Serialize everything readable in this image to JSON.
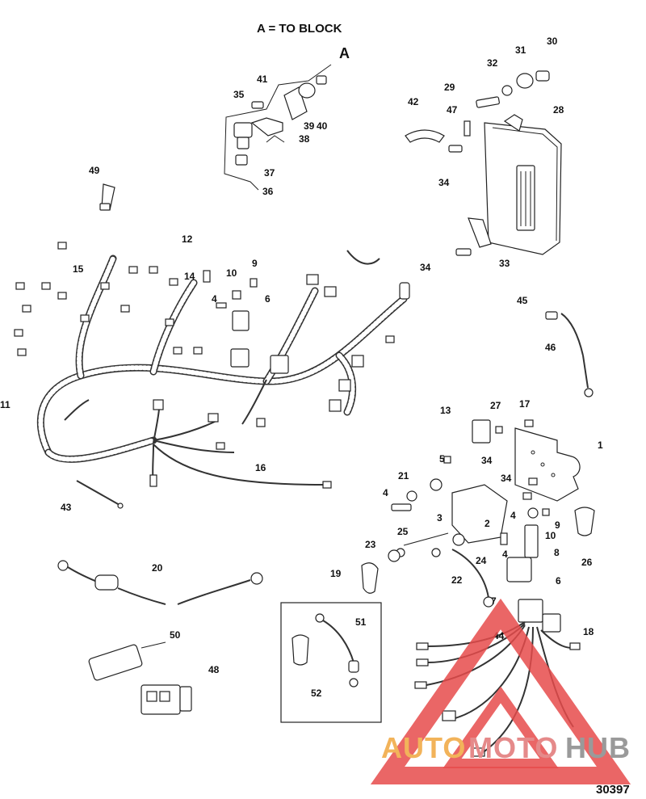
{
  "header": "A = TO BLOCK",
  "view_letter": "A",
  "figure_number": "30397",
  "watermark": {
    "part1": "AUTO",
    "part2": "MOTO",
    "part3": "HUB",
    "colors": {
      "part1": "#f2b35a",
      "part2": "#e58a8a",
      "part3": "#9a9a9a",
      "triangle": "#e64b4b"
    }
  },
  "callouts": {
    "c1": "1",
    "c2": "2",
    "c3": "3",
    "c4a": "4",
    "c4b": "4",
    "c4c": "4",
    "c4d": "4",
    "c5": "5",
    "c6a": "6",
    "c6b": "6",
    "c7": "7",
    "c8": "8",
    "c9a": "9",
    "c9b": "9",
    "c10a": "10",
    "c10b": "10",
    "c11": "11",
    "c12": "12",
    "c13": "13",
    "c14": "14",
    "c15": "15",
    "c16": "16",
    "c17": "17",
    "c18": "18",
    "c19": "19",
    "c20": "20",
    "c21": "21",
    "c22": "22",
    "c23": "23",
    "c24": "24",
    "c25": "25",
    "c26": "26",
    "c27": "27",
    "c28": "28",
    "c29": "29",
    "c30": "30",
    "c31": "31",
    "c32": "32",
    "c33": "33",
    "c34a": "34",
    "c34b": "34",
    "c34c": "34",
    "c34d": "34",
    "c35": "35",
    "c36": "36",
    "c37": "37",
    "c38": "38",
    "c39": "39",
    "c40": "40",
    "c41": "41",
    "c42": "42",
    "c43": "43",
    "c44": "44",
    "c45": "45",
    "c46": "46",
    "c47": "47",
    "c48": "48",
    "c49": "49",
    "c50": "50",
    "c51": "51",
    "c52": "52"
  }
}
